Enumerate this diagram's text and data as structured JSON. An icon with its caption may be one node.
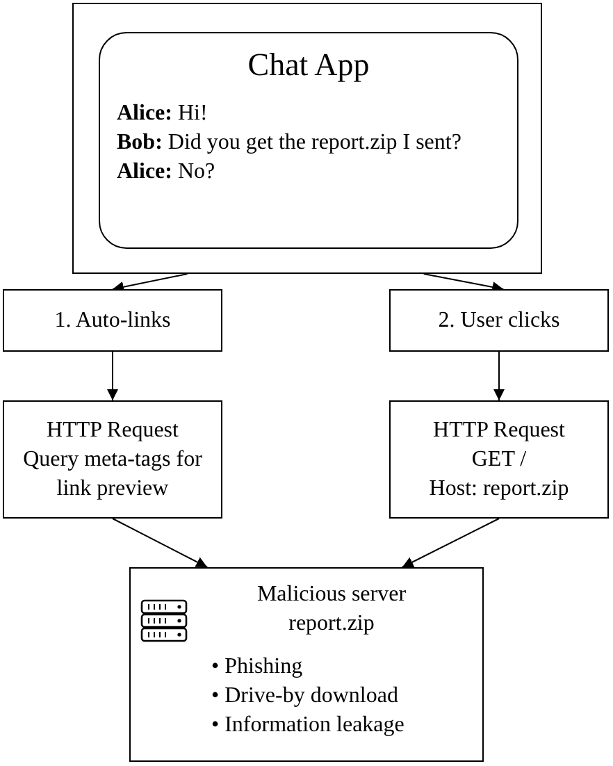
{
  "diagram": {
    "nodes": [
      {
        "text": [],
        "shape": "box"
      },
      {
        "text": [
          "Chat App",
          "**Alice:** Hi!",
          "**Bob:** Did you get the report.zip I sent?",
          "**Alice:** No?"
        ],
        "in": 0
      },
      {
        "text": [
          "1. Auto-links"
        ]
      },
      {
        "text": [
          "2. User clicks"
        ]
      },
      {
        "text": [
          "HTTP Request",
          "Query meta-tags for link preview"
        ]
      },
      {
        "text": [
          "HTTP Request",
          "GET /",
          "Host: report.zip"
        ]
      },
      {
        "text": [
          "Malicious server",
          "report.zip",
          "• Phishing",
          "• Drive-by download",
          "• Information leakage"
        ]
      }
    ],
    "edges": [
      {
        "from": 0,
        "to": 2,
        "arrow": "to"
      },
      {
        "from": 0,
        "to": 3,
        "arrow": "to"
      },
      {
        "from": 2,
        "to": 4,
        "arrow": "to"
      },
      {
        "from": 3,
        "to": 5,
        "arrow": "to"
      },
      {
        "from": 4,
        "to": 6,
        "arrow": "to"
      },
      {
        "from": 5,
        "to": 6,
        "arrow": "to"
      }
    ]
  }
}
